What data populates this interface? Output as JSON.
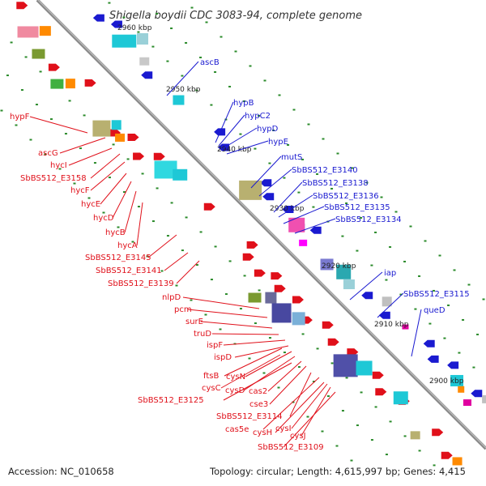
{
  "title": "Shigella boydii CDC 3083-94, complete genome",
  "accession": "Accession: NC_010658",
  "summary": "Topology: circular; Length: 4,615,997 bp; Genes: 4,415",
  "scale_ticks": [
    "2960 kbp",
    "2950 kbp",
    "2940 kbp",
    "2930 kbp",
    "2920 kbp",
    "2910 kbp",
    "2900 kbp"
  ],
  "left_labels": [
    "hypF",
    "ascG",
    "hycI",
    "SbBS512_E3158",
    "hycF",
    "hycE",
    "hycD",
    "hycB",
    "hycA",
    "SbBS512_E3145",
    "SbBS512_E3141",
    "SbBS512_E3139",
    "nlpD",
    "pcm",
    "surE",
    "truD",
    "ispF",
    "ispD",
    "ftsB",
    "cysN",
    "cysC",
    "cysD",
    "cas2",
    "SbBS512_E3125",
    "cse3",
    "SbBS512_E3114",
    "cas5e",
    "cysH",
    "cysI",
    "cysJ",
    "SbBS512_E3109"
  ],
  "right_labels": [
    "ascB",
    "hypB",
    "hypC2",
    "hypD",
    "hypE",
    "mutS",
    "SbBS512_E3140",
    "SbBS512_E3138",
    "SbBS512_E3136",
    "SbBS512_E3135",
    "SbBS512_E3134",
    "iap",
    "SbBS512_E3115",
    "queD"
  ],
  "colors": {
    "forward": "#e0101a",
    "reverse": "#1a1ad0",
    "backbone": "#888888"
  }
}
